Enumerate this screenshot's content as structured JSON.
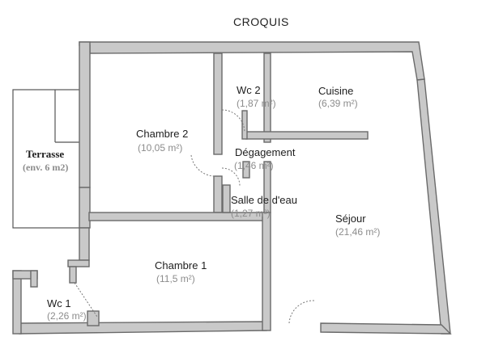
{
  "title": "CROQUIS",
  "rooms": {
    "terrasse": {
      "name": "Terrasse",
      "area": "(env. 6 m2)"
    },
    "chambre2": {
      "name": "Chambre 2",
      "area": "(10,05 m²)"
    },
    "wc2": {
      "name": "Wc 2",
      "area": "(1,87 m²)"
    },
    "cuisine": {
      "name": "Cuisine",
      "area": "(6,39 m²)"
    },
    "degagement": {
      "name": "Dégagement",
      "area": "(1,46 m²)"
    },
    "salle_deau": {
      "name": "Salle de d'eau",
      "area": "(1,27 m²)"
    },
    "sejour": {
      "name": "Séjour",
      "area": "(21,46 m²)"
    },
    "chambre1": {
      "name": "Chambre 1",
      "area": "(11,5 m²)"
    },
    "wc1": {
      "name": "Wc 1",
      "area": "(2,26 m²)"
    }
  }
}
